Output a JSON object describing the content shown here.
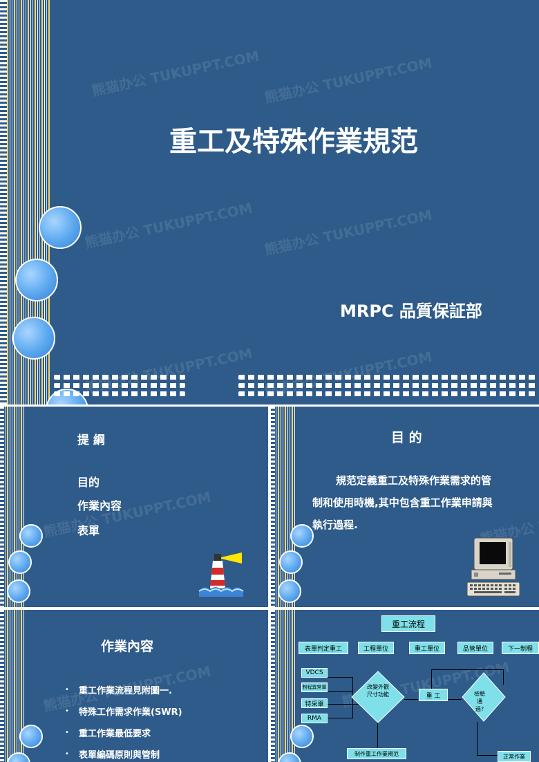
{
  "slide1": {
    "title": "重工及特殊作業規范",
    "department": "MRPC 品質保証部"
  },
  "slide2": {
    "heading": "提 綱",
    "items": [
      "目的",
      "作業內容",
      "表單"
    ]
  },
  "slide3": {
    "heading": "目 的",
    "body_lines": [
      "規范定義重工及特殊作業需求的管",
      "制和使用時機,其中包含重工作業申請與",
      "執行過程."
    ]
  },
  "slide4": {
    "heading": "作業內容",
    "bullets": [
      "重工作業流程見附圖一.",
      "特殊工作需求作業(SWR)",
      "重工作業最低要求",
      "表單編碼原則與管制"
    ]
  },
  "slide5": {
    "title": "重工流程",
    "columns": [
      "表單判定重工",
      "工程單位",
      "重工單位",
      "品管單位",
      "下一制程"
    ],
    "inputs": [
      "VDCS",
      "制程異常單",
      "特采單",
      "RMA"
    ],
    "diamond1": "改變外觀尺寸功能",
    "rework": "重 工",
    "diamond2": "檢驗通過?",
    "procedure": "制作重工作業規范",
    "normal": "正常作業"
  },
  "watermark": {
    "text": "熊猫办公 TUKUPPT.COM"
  },
  "colors": {
    "background": "#2e5b8a",
    "flow_box": "#7fe0ea",
    "accent_yellow": "#f3d46e"
  }
}
